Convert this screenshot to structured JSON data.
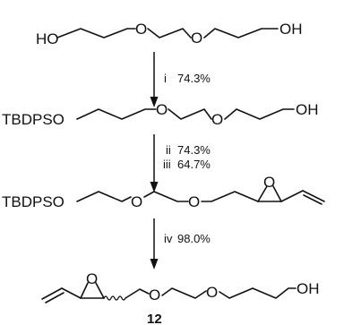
{
  "molecules": {
    "start": {
      "left_group": "HO",
      "ethers": [
        "O",
        "O"
      ],
      "right_group": "OH"
    },
    "silyl": {
      "left_group": "TBDPSO",
      "ethers": [
        "O",
        "O"
      ],
      "right_group": "OH"
    },
    "epoxide": {
      "left_group": "TBDPSO",
      "ethers": [
        "O",
        "O",
        "O"
      ]
    },
    "product": {
      "ethers": [
        "O",
        "O",
        "O"
      ],
      "right_group": "OH",
      "compound_number": "12"
    }
  },
  "steps": [
    {
      "roman": "i",
      "yield": "74.3%"
    },
    {
      "roman": "ii",
      "yield": "74.3%"
    },
    {
      "roman": "iii",
      "yield": "64.7%"
    },
    {
      "roman": "iv",
      "yield": "98.0%"
    }
  ]
}
